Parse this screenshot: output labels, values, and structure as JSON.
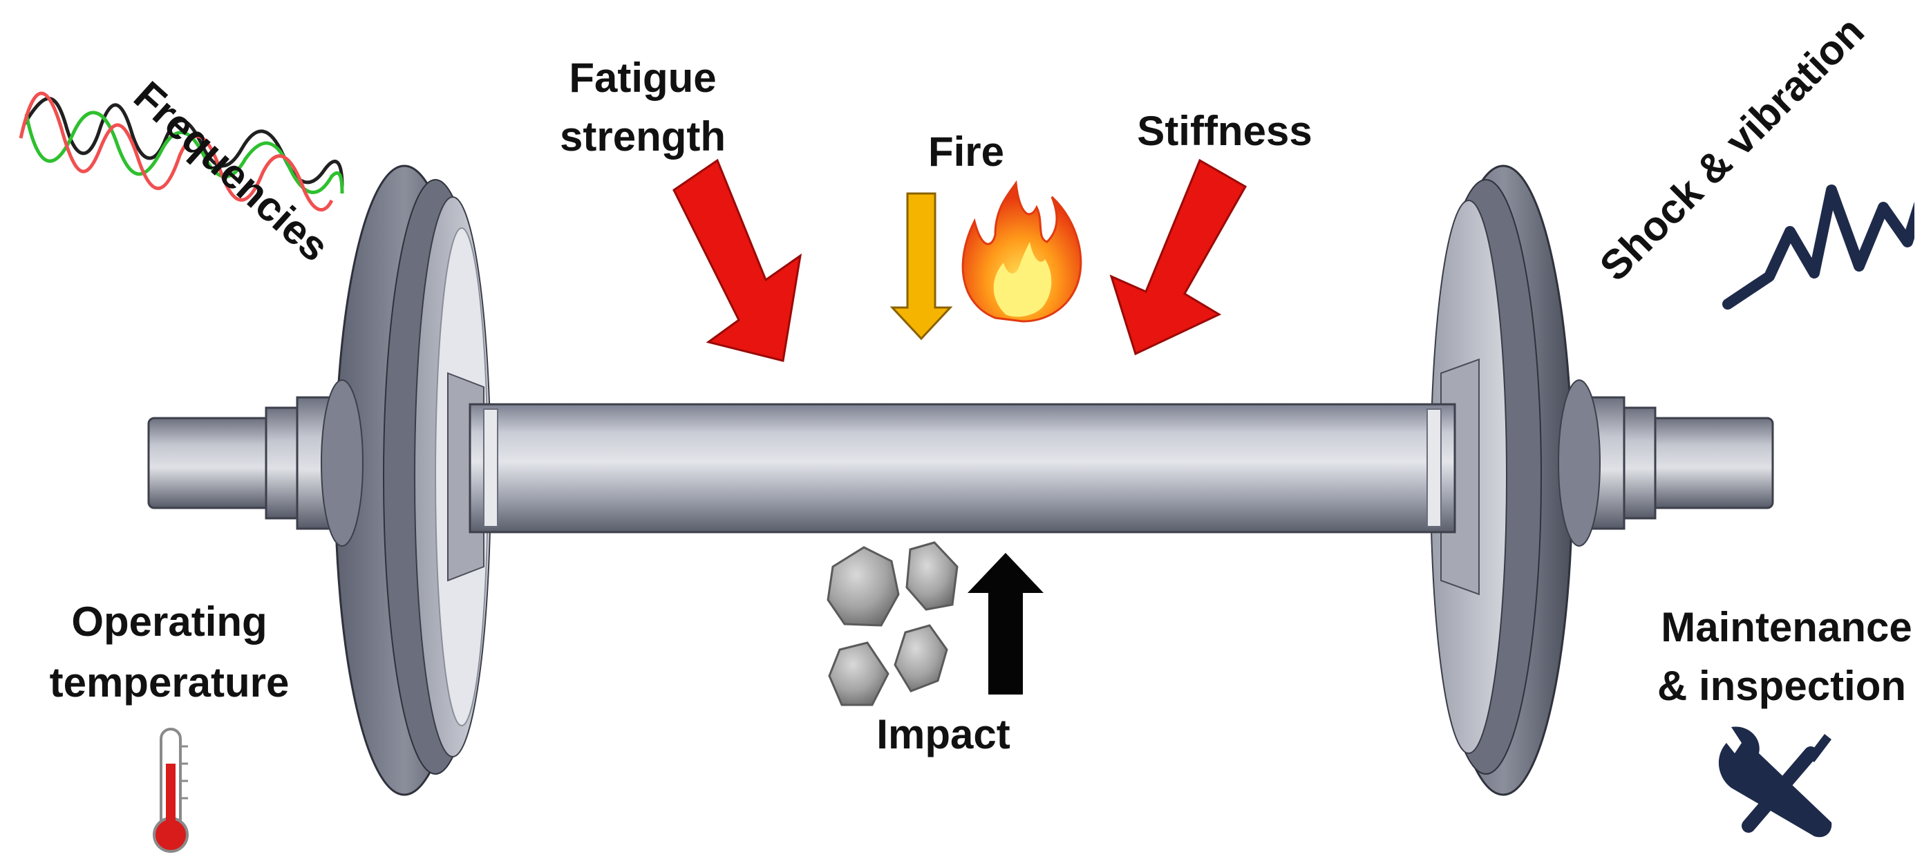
{
  "labels": {
    "frequencies": "Frequencies",
    "fatigue_line1": "Fatigue",
    "fatigue_line2": "strength",
    "fire": "Fire",
    "stiffness": "Stiffness",
    "shock": "Shock & vibration",
    "operating_line1": "Operating",
    "operating_line2": "temperature",
    "impact": "Impact",
    "maintenance_line1": "Maintenance",
    "maintenance_line2": "& inspection"
  },
  "colors": {
    "load_arrow": "#e8140f",
    "fire_arrow": "#f5b400",
    "impact_arrow": "#050505",
    "steel_dark": "#4f5361",
    "steel_light": "#d6d8df",
    "navy_icon": "#1e2a4a",
    "wave_red": "#f05050",
    "wave_green": "#2ec02e",
    "wave_black": "#202020",
    "thermo_red": "#d81b1b"
  },
  "icons": [
    "wave-icon",
    "flame-icon",
    "rock-icon",
    "vibration-icon",
    "thermometer-icon",
    "tools-icon"
  ]
}
